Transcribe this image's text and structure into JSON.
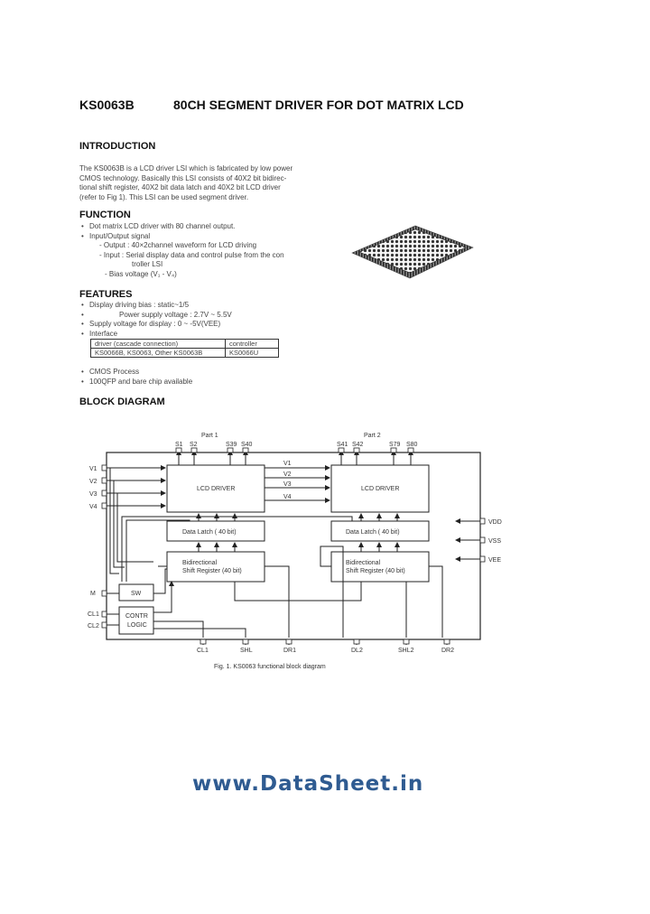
{
  "header": {
    "part_no": "KS0063B",
    "title": "80CH SEGMENT DRIVER FOR DOT MATRIX LCD"
  },
  "introduction": {
    "heading": "INTRODUCTION",
    "lines": [
      "The KS0063B is a LCD driver LSI which is fabricated by low power",
      "CMOS technology. Basically this LSI consists of 40X2 bit bidirec-",
      "tional shift register, 40X2 bit data latch and 40X2 bit LCD driver",
      "(refer to Fig 1). This LSI can be used segment driver."
    ]
  },
  "function": {
    "heading": "FUNCTION",
    "bullets": [
      "Dot matrix LCD driver with 80 channel output.",
      "Input/Output signal"
    ],
    "sub": [
      "- Output : 40×2channel waveform for LCD driving",
      "- Input  : Serial display data and control pulse from the con",
      "troller LSI",
      "- Bias voltage (V₁ - V₄)"
    ]
  },
  "features": {
    "heading": "FEATURES",
    "bullets": [
      "Display driving bias : static~1/5",
      "Power supply voltage : 2.7V ~ 5.5V",
      "Supply voltage for display : 0 ~ -5V(VEE)",
      "Interface"
    ],
    "table": {
      "headers": [
        "driver (cascade connection)",
        "controller"
      ],
      "rows": [
        [
          "KS0066B, KS0063, Other KS0063B",
          "KS0066U"
        ]
      ]
    },
    "bullets2": [
      "CMOS Process",
      "100QFP and bare chip available"
    ]
  },
  "block_diagram": {
    "heading": "BLOCK DIAGRAM",
    "port1": "Part 1",
    "port2": "Part 2",
    "lcd_driver": "LCD DRIVER",
    "data_latch": "Data Latch ( 40 bit)",
    "shift_reg_1": "Bidirectional",
    "shift_reg_2": "Shift Register (40 bit)",
    "sw": "SW",
    "control_1": "CONTR",
    "control_2": "LOGIC",
    "seg_top_left": [
      "S1",
      "S2",
      "S39",
      "S40"
    ],
    "seg_top_right": [
      "S41",
      "S42",
      "S79",
      "S80"
    ],
    "v_left": [
      "V1",
      "V2",
      "V3",
      "V4"
    ],
    "v_mid": [
      "V1",
      "V2",
      "V3",
      "V4"
    ],
    "power": [
      "VDD",
      "VSS",
      "VEE"
    ],
    "left_inputs": [
      "M",
      "CL1",
      "CL2"
    ],
    "bottom_left": [
      "CL1",
      "SHL",
      "DR1"
    ],
    "bottom_right": [
      "DL2",
      "SHL2",
      "DR2"
    ],
    "caption": "Fig. 1. KS0063 functional block diagram"
  },
  "watermark": "www.DataSheet.in"
}
